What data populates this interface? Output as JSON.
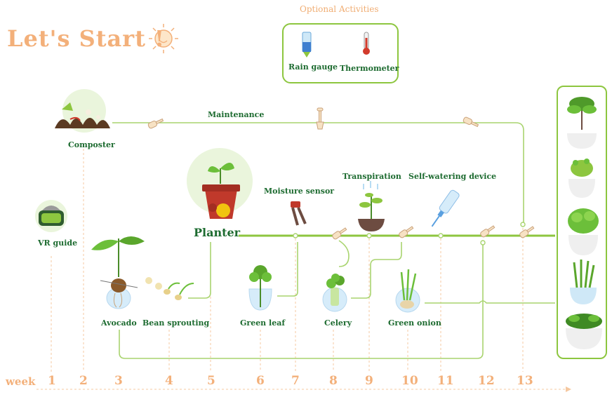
{
  "title": "Let's Start !",
  "optional": {
    "title": "Optional Activities",
    "items": [
      {
        "label": "Rain gauge",
        "icon": "rain-gauge-icon"
      },
      {
        "label": "Thermometer",
        "icon": "thermometer-icon"
      }
    ]
  },
  "nodes": {
    "composter": "Composter",
    "maintenance": "Maintenance",
    "vr_guide": "VR guide",
    "planter": "Planter",
    "moisture_sensor": "Moisture sensor",
    "transpiration": "Transpiration",
    "self_watering": "Self-watering device",
    "avocado": "Avocado",
    "bean_sprouting": "Bean sprouting",
    "green_leaf": "Green leaf",
    "celery": "Celery",
    "green_onion": "Green onion"
  },
  "timeline": {
    "label": "week",
    "weeks": [
      "1",
      "2",
      "3",
      "4",
      "5",
      "6",
      "7",
      "8",
      "9",
      "10",
      "11",
      "12",
      "13"
    ]
  },
  "harvest": {
    "icons": [
      "avocado-tree-icon",
      "bean-sprout-pot-icon",
      "lettuce-pot-icon",
      "green-onion-pot-icon",
      "greens-pot-icon"
    ]
  },
  "colors": {
    "accent_green": "#8dc63f",
    "label_green": "#1d6b30",
    "title_orange": "#f3b07a"
  }
}
